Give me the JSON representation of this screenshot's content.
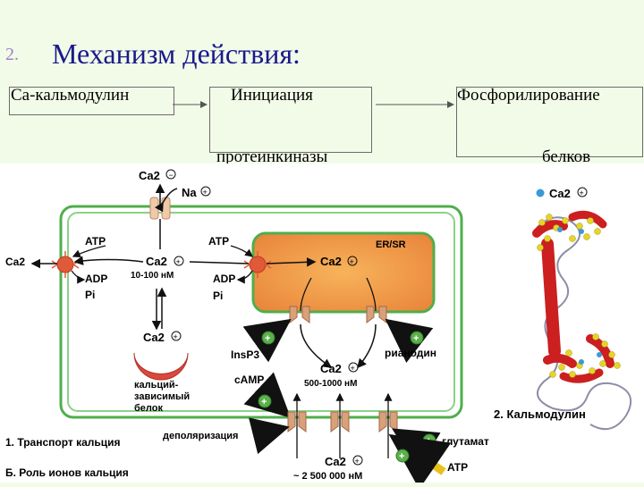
{
  "slide": {
    "number": "2.",
    "title": "Механизм действия:"
  },
  "flow": {
    "step1": "Са-кальмодулин",
    "step2_line1": "Инициация",
    "step2_line2": "протеинкиназы",
    "step3_line1": "Фосфорилирование",
    "step3_line2": "белков"
  },
  "figure": {
    "ca_top": "Ca2",
    "na": "Na",
    "ca_left": "Ca2",
    "atp_left": "ATP",
    "adp_left": "ADP",
    "pi_left": "Pi",
    "ca_center": "Ca2",
    "ca_center_conc": "10-100 нМ",
    "atp_right": "ATP",
    "adp_right": "ADP",
    "pi_right": "Pi",
    "er_label": "ER/SR",
    "ca_er": "Ca2",
    "ca_protein": "Ca2",
    "protein_label_1": "кальций-",
    "protein_label_2": "зависимый",
    "protein_label_3": "белок",
    "insp3": "InsP3",
    "ryanodine": "рианодин",
    "ca_mid": "Ca2",
    "ca_mid_conc": "500-1000 нМ",
    "camp": "cAMP",
    "depolarization": "деполяризация",
    "glutamate": "глутамат",
    "atp_bottom": "ATP",
    "ca_bottom": "Ca2",
    "ca_bottom_conc": "~ 2 500 000 нМ",
    "caption_1": "1. Транспорт кальция",
    "caption_b": "Б. Роль ионов кальция",
    "calmodulin_ca": "Ca2",
    "calmodulin_caption": "2. Кальмодулин"
  }
}
